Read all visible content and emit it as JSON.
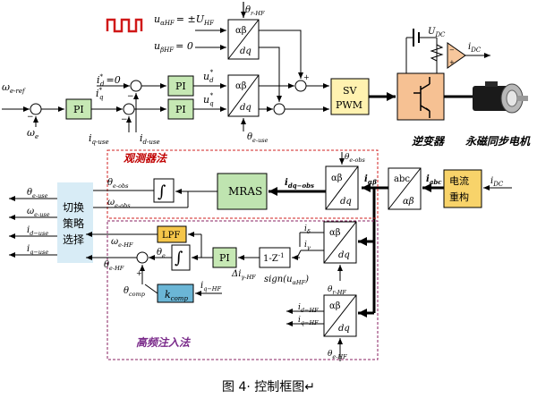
{
  "colors": {
    "pi_fill": "#c6e8b4",
    "mras_fill": "#bfe4b0",
    "sv_fill": "#fff2b0",
    "lpf_fill": "#f5c64a",
    "kcomp_fill": "#6bb6d6",
    "switch_fill": "#d8ecf6",
    "inverter_fill": "#f6c193",
    "current_fill": "#f8d36a",
    "obs_border": "#d02020",
    "hf_border": "#8a2060",
    "obs_label": "#c00000",
    "hf_label": "#7a2a8a",
    "wave": "#d01818"
  },
  "top_signals": {
    "u_alpha_hf": "u",
    "u_alpha_hf_sub": "αHF",
    "u_alpha_hf_eq": "= ±U",
    "u_alpha_hf_eq_sub": "HF",
    "u_beta_hf": "u",
    "u_beta_hf_sub": "βHF",
    "u_beta_hf_eq": "= 0",
    "theta_r_hf_top": "θ",
    "theta_r_hf_top_sub": "r-HF"
  },
  "current_ref": {
    "id_star": "i",
    "id_star_sup": "*",
    "id_star_sub": "d",
    "id_star_eq": "=0",
    "iq_star": "i",
    "iq_star_sup": "*",
    "iq_star_sub": "q"
  },
  "speed_ref": {
    "w_ref": "ω",
    "w_ref_sub": "e-ref",
    "w_hat": "ω",
    "w_hat_sub": "e"
  },
  "feedback": {
    "iq_use": "i",
    "iq_use_sub": "q-use",
    "id_use": "i",
    "id_use_sub": "d-use"
  },
  "voltage_ref": {
    "ud_star": "u",
    "ud_star_sub": "d",
    "uq_star": "u",
    "uq_star_sub": "q",
    "theta_e_use": "θ",
    "theta_e_use_sub": "e-use"
  },
  "blocks": {
    "pi": "PI",
    "sv_line1": "SV",
    "sv_line2": "PWM",
    "mras": "MRAS",
    "lpf": "LPF",
    "z_block": "1-Z",
    "z_sup": "-1",
    "kcomp": "k",
    "kcomp_sub": "comp",
    "ab": "αβ",
    "dq": "dq",
    "abc": "abc",
    "integral": "∫",
    "switch_line1": "切换",
    "switch_line2": "策略",
    "switch_line3": "选择",
    "current_line1": "电流",
    "current_line2": "重构"
  },
  "hardware": {
    "inverter_label": "逆变器",
    "motor_label": "永磁同步电机",
    "udc": "U",
    "udc_sub": "DC",
    "idc": "i",
    "idc_sub": "DC",
    "iabc": "i",
    "iabc_sub": "abc"
  },
  "observer": {
    "title": "观测器法",
    "theta_e_obs": "θ",
    "theta_e_obs_sub": "e-obs",
    "w_e_obs": "ω",
    "w_e_obs_sub": "e-obs",
    "idq_obs": "i",
    "idq_obs_sub": "dq−obs",
    "i_ab": "i",
    "i_ab_sub": "αβ",
    "theta_obs_in": "θ",
    "theta_obs_in_sub": "e-obs"
  },
  "outputs": {
    "theta_e_use": "θ",
    "theta_e_use_sub": "e-use",
    "w_e_use": "ω",
    "w_e_use_sub": "e-use",
    "id_use": "i",
    "id_use_sub": "d−use",
    "iq_use": "i",
    "iq_use_sub": "q−use"
  },
  "hf": {
    "title": "高频注入法",
    "w_e_hf": "ω",
    "w_e_hf_sub": "e-HF",
    "theta_e": "θ",
    "theta_e_sub": "e",
    "theta_comp": "θ",
    "theta_comp_sub": "comp",
    "iq_hf": "i",
    "iq_hf_sub": "q−HF",
    "delta_i": "Δi",
    "delta_i_sub": "γ-HF",
    "sign_text": "sign(u",
    "sign_sub": "αHF",
    "sign_close": ")",
    "i_delta": "i",
    "i_delta_sub": "δ",
    "i_gamma": "i",
    "i_gamma_sub": "γ",
    "theta_r_hf": "θ",
    "theta_r_hf_sub": "r-HF",
    "id_hf": "i",
    "id_hf_sub": "d−HF",
    "iq_hf2": "i",
    "iq_hf2_sub": "q−HF",
    "theta_e_hf": "θ",
    "theta_e_hf_sub": "e-HF"
  },
  "caption": "图 4· 控制框图↵"
}
